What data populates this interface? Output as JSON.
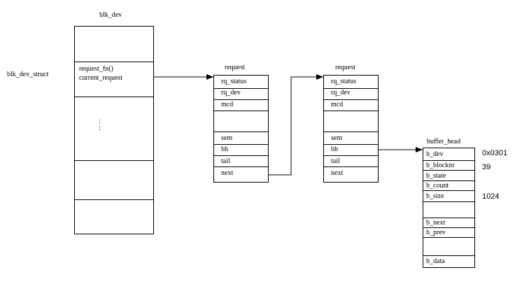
{
  "blk_dev": {
    "title": "blk_dev",
    "side_label": "blk_dev_struct",
    "request_fn": "request_fn()",
    "current_request": "current_request",
    "dots": ":\n:"
  },
  "request1": {
    "title": "request",
    "rq_status": "rq_status",
    "rq_dev": "rq_dev",
    "mcd": "mcd",
    "sem": "sem",
    "bh": "bh",
    "tail": "tail",
    "next": "next"
  },
  "request2": {
    "title": "request",
    "rq_status": "rq_status",
    "rq_dev": "rq_dev",
    "mcd": "mcd",
    "sem": "sem",
    "bh": "bh",
    "tail": "tail",
    "next": "next"
  },
  "buffer_head": {
    "title": "buffer_head",
    "b_dev": "b_dev",
    "b_dev_value": "0x0301",
    "b_blocknr": "b_blocknr",
    "b_blocknr_value": "39",
    "b_state": "b_state",
    "b_count": "b_count",
    "b_size": "b_size",
    "b_size_value": "1024",
    "b_next": "b_next",
    "b_prev": "b_prev",
    "b_data": "b_data"
  }
}
